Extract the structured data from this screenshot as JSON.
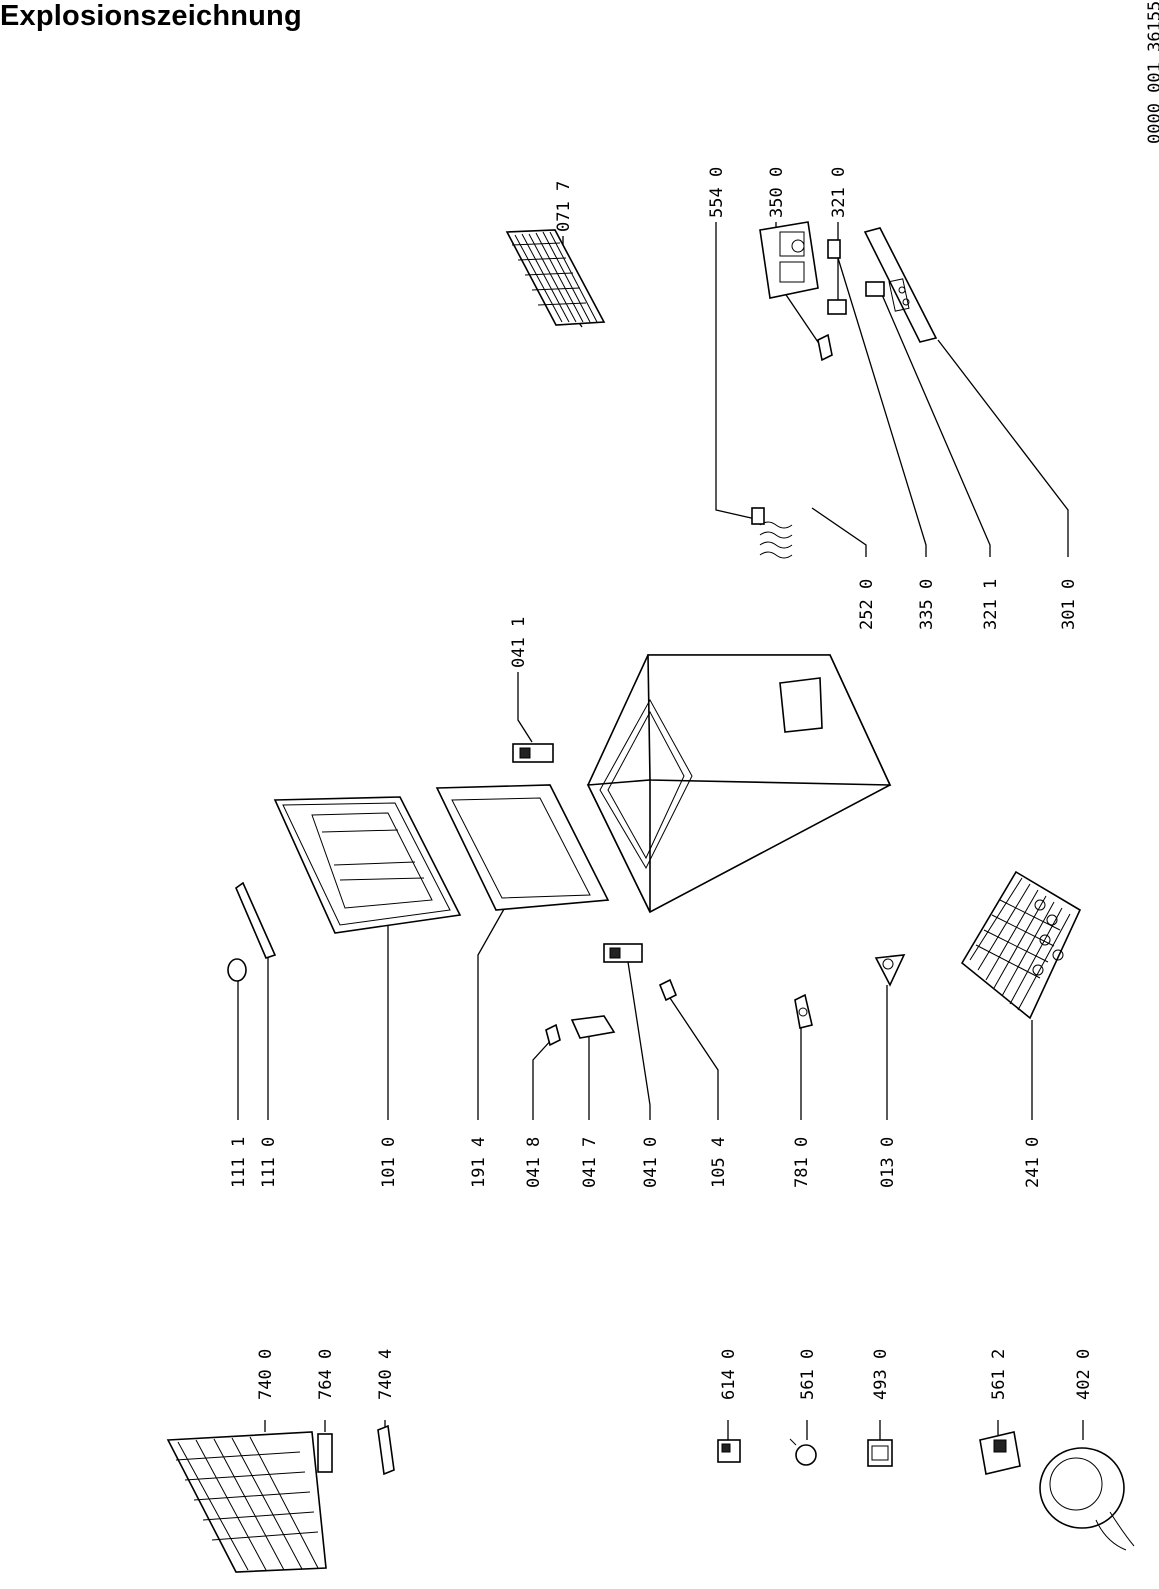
{
  "title": "Explosionszeichnung",
  "document_code": "0000 001 36155",
  "labels": [
    {
      "id": "p111-1",
      "text": "111 1"
    },
    {
      "id": "p111-0",
      "text": "111 0"
    },
    {
      "id": "p101-0",
      "text": "101 0"
    },
    {
      "id": "p191-4",
      "text": "191 4"
    },
    {
      "id": "p041-8",
      "text": "041 8"
    },
    {
      "id": "p041-7",
      "text": "041 7"
    },
    {
      "id": "p041-0",
      "text": "041 0"
    },
    {
      "id": "p105-4",
      "text": "105 4"
    },
    {
      "id": "p781-0",
      "text": "781 0"
    },
    {
      "id": "p013-0",
      "text": "013 0"
    },
    {
      "id": "p241-0",
      "text": "241 0"
    },
    {
      "id": "p041-1",
      "text": "041 1"
    },
    {
      "id": "p071-7",
      "text": "071 7"
    },
    {
      "id": "p554-0",
      "text": "554 0"
    },
    {
      "id": "p350-0",
      "text": "350 0"
    },
    {
      "id": "p321-0",
      "text": "321 0"
    },
    {
      "id": "p252-0",
      "text": "252 0"
    },
    {
      "id": "p335-0",
      "text": "335 0"
    },
    {
      "id": "p321-1",
      "text": "321 1"
    },
    {
      "id": "p301-0",
      "text": "301 0"
    },
    {
      "id": "p740-0",
      "text": "740 0"
    },
    {
      "id": "p764-0",
      "text": "764 0"
    },
    {
      "id": "p740-4",
      "text": "740 4"
    },
    {
      "id": "p614-0",
      "text": "614 0"
    },
    {
      "id": "p561-0",
      "text": "561 0"
    },
    {
      "id": "p493-0",
      "text": "493 0"
    },
    {
      "id": "p561-2",
      "text": "561 2"
    },
    {
      "id": "p402-0",
      "text": "402 0"
    }
  ]
}
